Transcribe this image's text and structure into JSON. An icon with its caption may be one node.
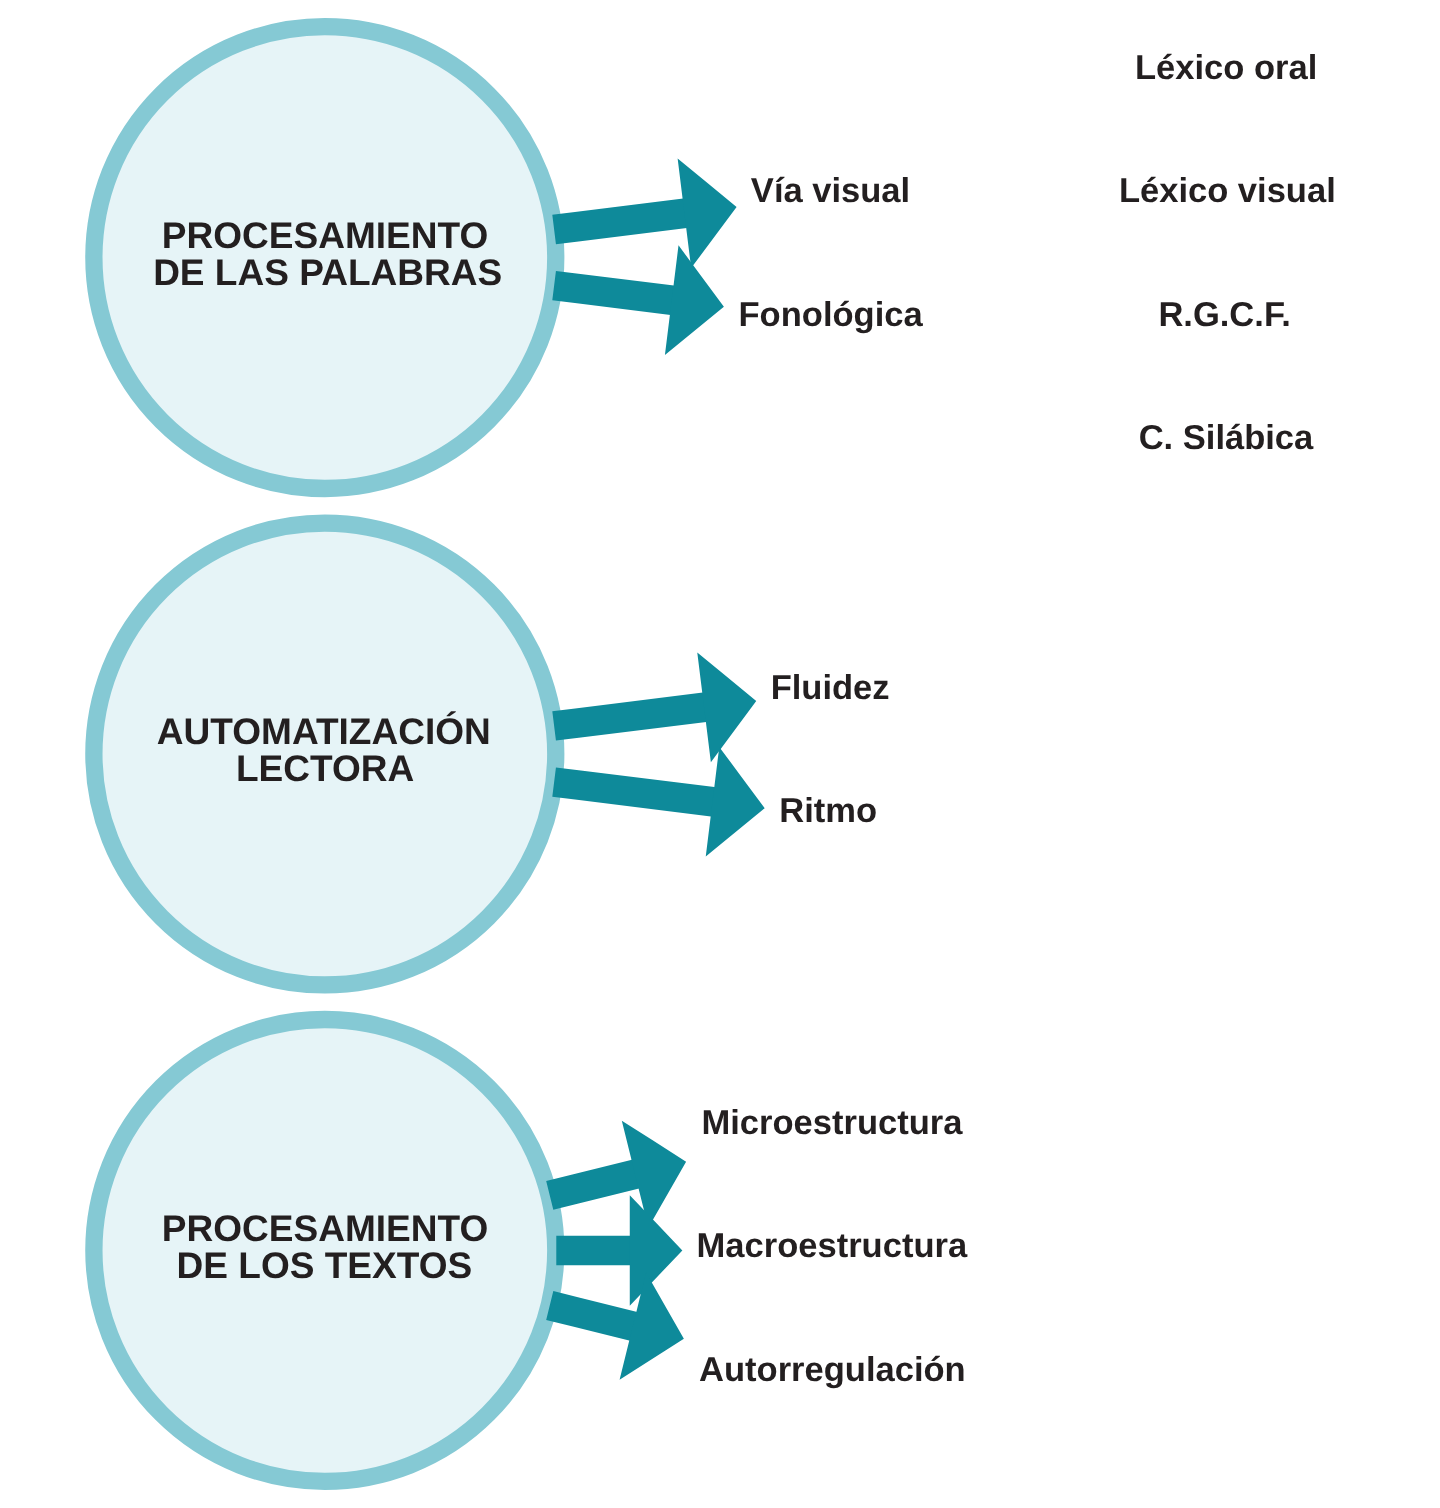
{
  "diagram": {
    "nodes": [
      {
        "text": [
          "PROCESAMIENTO DE LAS PALABRAS"
        ]
      },
      {
        "text": [
          "Vía visual"
        ]
      },
      {
        "text": [
          "Fonológica"
        ]
      },
      {
        "text": [
          "AUTOMATIZACIÓN LECTORA"
        ]
      },
      {
        "text": [
          "Fluidez"
        ]
      },
      {
        "text": [
          "Ritmo"
        ]
      },
      {
        "text": [
          "PROCESAMIENTO DE LOS TEXTOS"
        ]
      },
      {
        "text": [
          "Microestructura"
        ]
      },
      {
        "text": [
          "Macroestructura"
        ]
      },
      {
        "text": [
          "Autorregulación"
        ]
      }
    ],
    "edges": [
      {
        "from": 0,
        "to": 1,
        "arrow": "to"
      },
      {
        "from": 0,
        "to": 2,
        "arrow": "to"
      },
      {
        "from": 3,
        "to": 4,
        "arrow": "to"
      },
      {
        "from": 3,
        "to": 5,
        "arrow": "to"
      },
      {
        "from": 6,
        "to": 7,
        "arrow": "to"
      },
      {
        "from": 6,
        "to": 8,
        "arrow": "to"
      },
      {
        "from": 6,
        "to": 9,
        "arrow": "to"
      }
    ],
    "labels": [
      "Léxico oral",
      "Léxico visual",
      "R.G.C.F.",
      "C. Silábica"
    ]
  }
}
